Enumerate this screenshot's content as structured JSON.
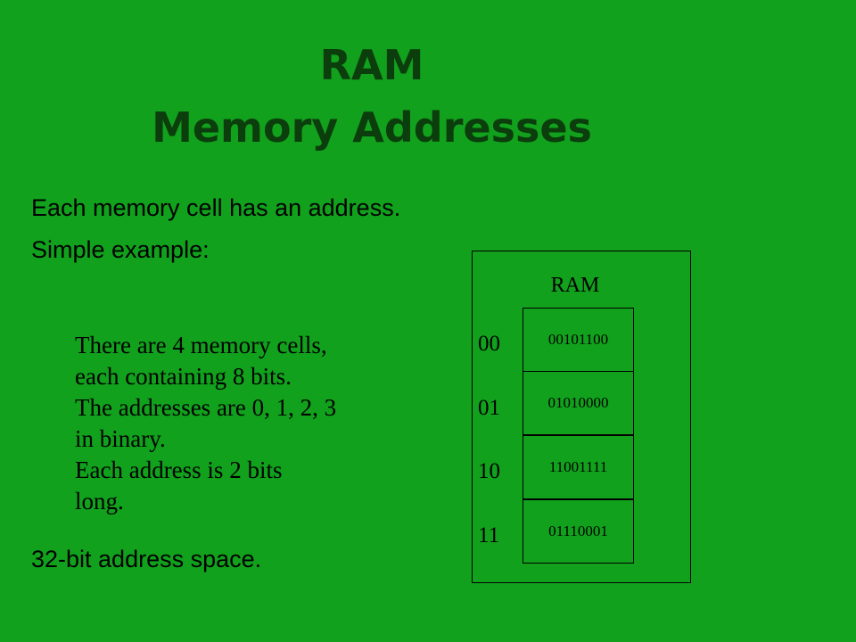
{
  "slide": {
    "title_line_1": "RAM",
    "title_line_2": "Memory Addresses",
    "bullets": [
      "Each memory cell has an address.",
      "Simple example:",
      "32-bit address space."
    ],
    "explanation_lines": [
      "There are 4 memory cells,",
      "each containing 8 bits.",
      "The addresses are 0, 1, 2, 3",
      "in binary.",
      "Each address is 2 bits",
      "long."
    ]
  },
  "ram_diagram": {
    "label": "RAM",
    "cells": [
      {
        "address": "00",
        "value": "00101100"
      },
      {
        "address": "01",
        "value": "01010000"
      },
      {
        "address": "10",
        "value": "11001111"
      },
      {
        "address": "11",
        "value": "01110001"
      }
    ]
  },
  "colors": {
    "background": "#11a11d",
    "title": "#0c3d0c",
    "text": "#000000"
  }
}
